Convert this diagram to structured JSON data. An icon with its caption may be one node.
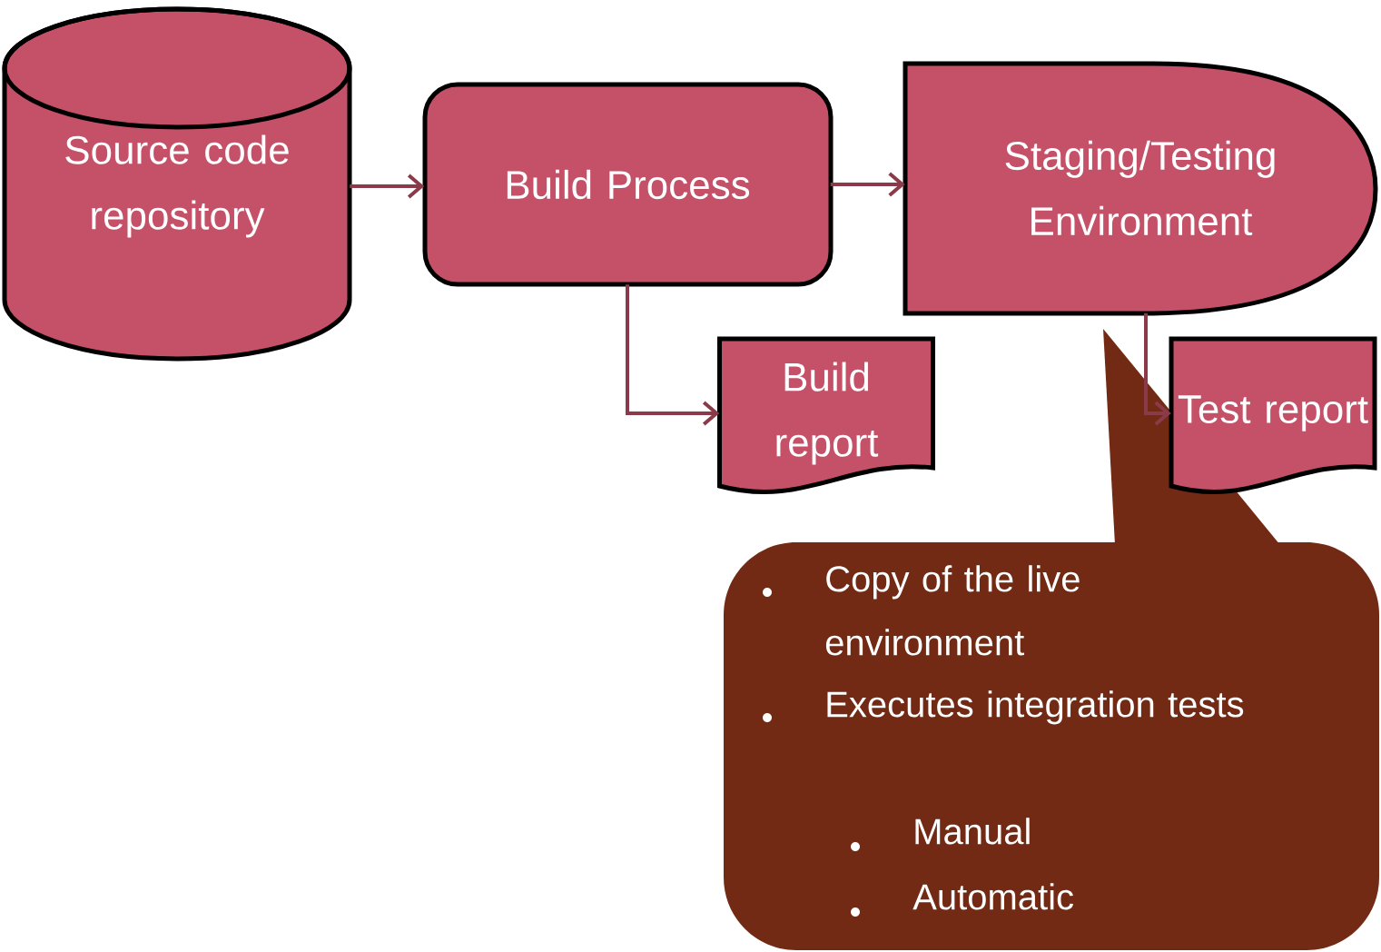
{
  "diagram": {
    "nodes": [
      {
        "text": [
          "Source code repository"
        ]
      },
      {
        "text": [
          "Build Process"
        ]
      },
      {
        "text": [
          "Staging/Testing Environment"
        ]
      },
      {
        "text": [
          "Build report"
        ]
      },
      {
        "text": [
          "Test report"
        ]
      },
      {
        "text": [
          "Copy of the live environment",
          "Executes integration tests",
          "Manual",
          "Automatic"
        ]
      }
    ],
    "edges": [
      {
        "from": 0,
        "to": 1,
        "arrow": "to"
      },
      {
        "from": 1,
        "to": 2,
        "arrow": "to"
      },
      {
        "from": 1,
        "to": 3,
        "arrow": "to"
      },
      {
        "from": 2,
        "to": 4,
        "arrow": "to"
      }
    ]
  }
}
